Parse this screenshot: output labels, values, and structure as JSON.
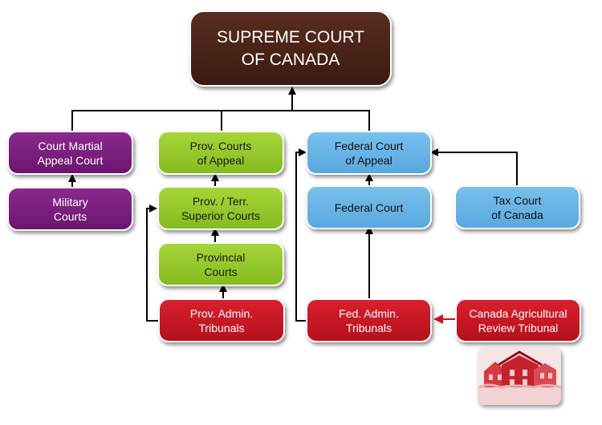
{
  "diagram": {
    "nodes": {
      "supreme": "SUPREME COURT\nOF CANADA",
      "court_martial": "Court Martial\nAppeal Court",
      "military": "Military\nCourts",
      "prov_appeal": "Prov. Courts\nof Appeal",
      "prov_superior": "Prov. / Terr.\nSuperior Courts",
      "provincial": "Provincial\nCourts",
      "prov_admin": "Prov. Admin.\nTribunals",
      "federal_appeal": "Federal Court\nof Appeal",
      "federal": "Federal Court",
      "tax": "Tax Court\nof Canada",
      "fed_admin": "Fed. Admin.\nTribunals",
      "cart": "Canada Agricultural\nReview Tribunal"
    },
    "colors": {
      "supreme": "#4a2317",
      "military": "#7a1f7d",
      "provincial": "#96c82a",
      "federal": "#67b3e4",
      "tribunal": "#c8141f",
      "connector": "#000000",
      "highlight_arrow": "#d0141e"
    },
    "image_icon": "building-photo-icon"
  }
}
